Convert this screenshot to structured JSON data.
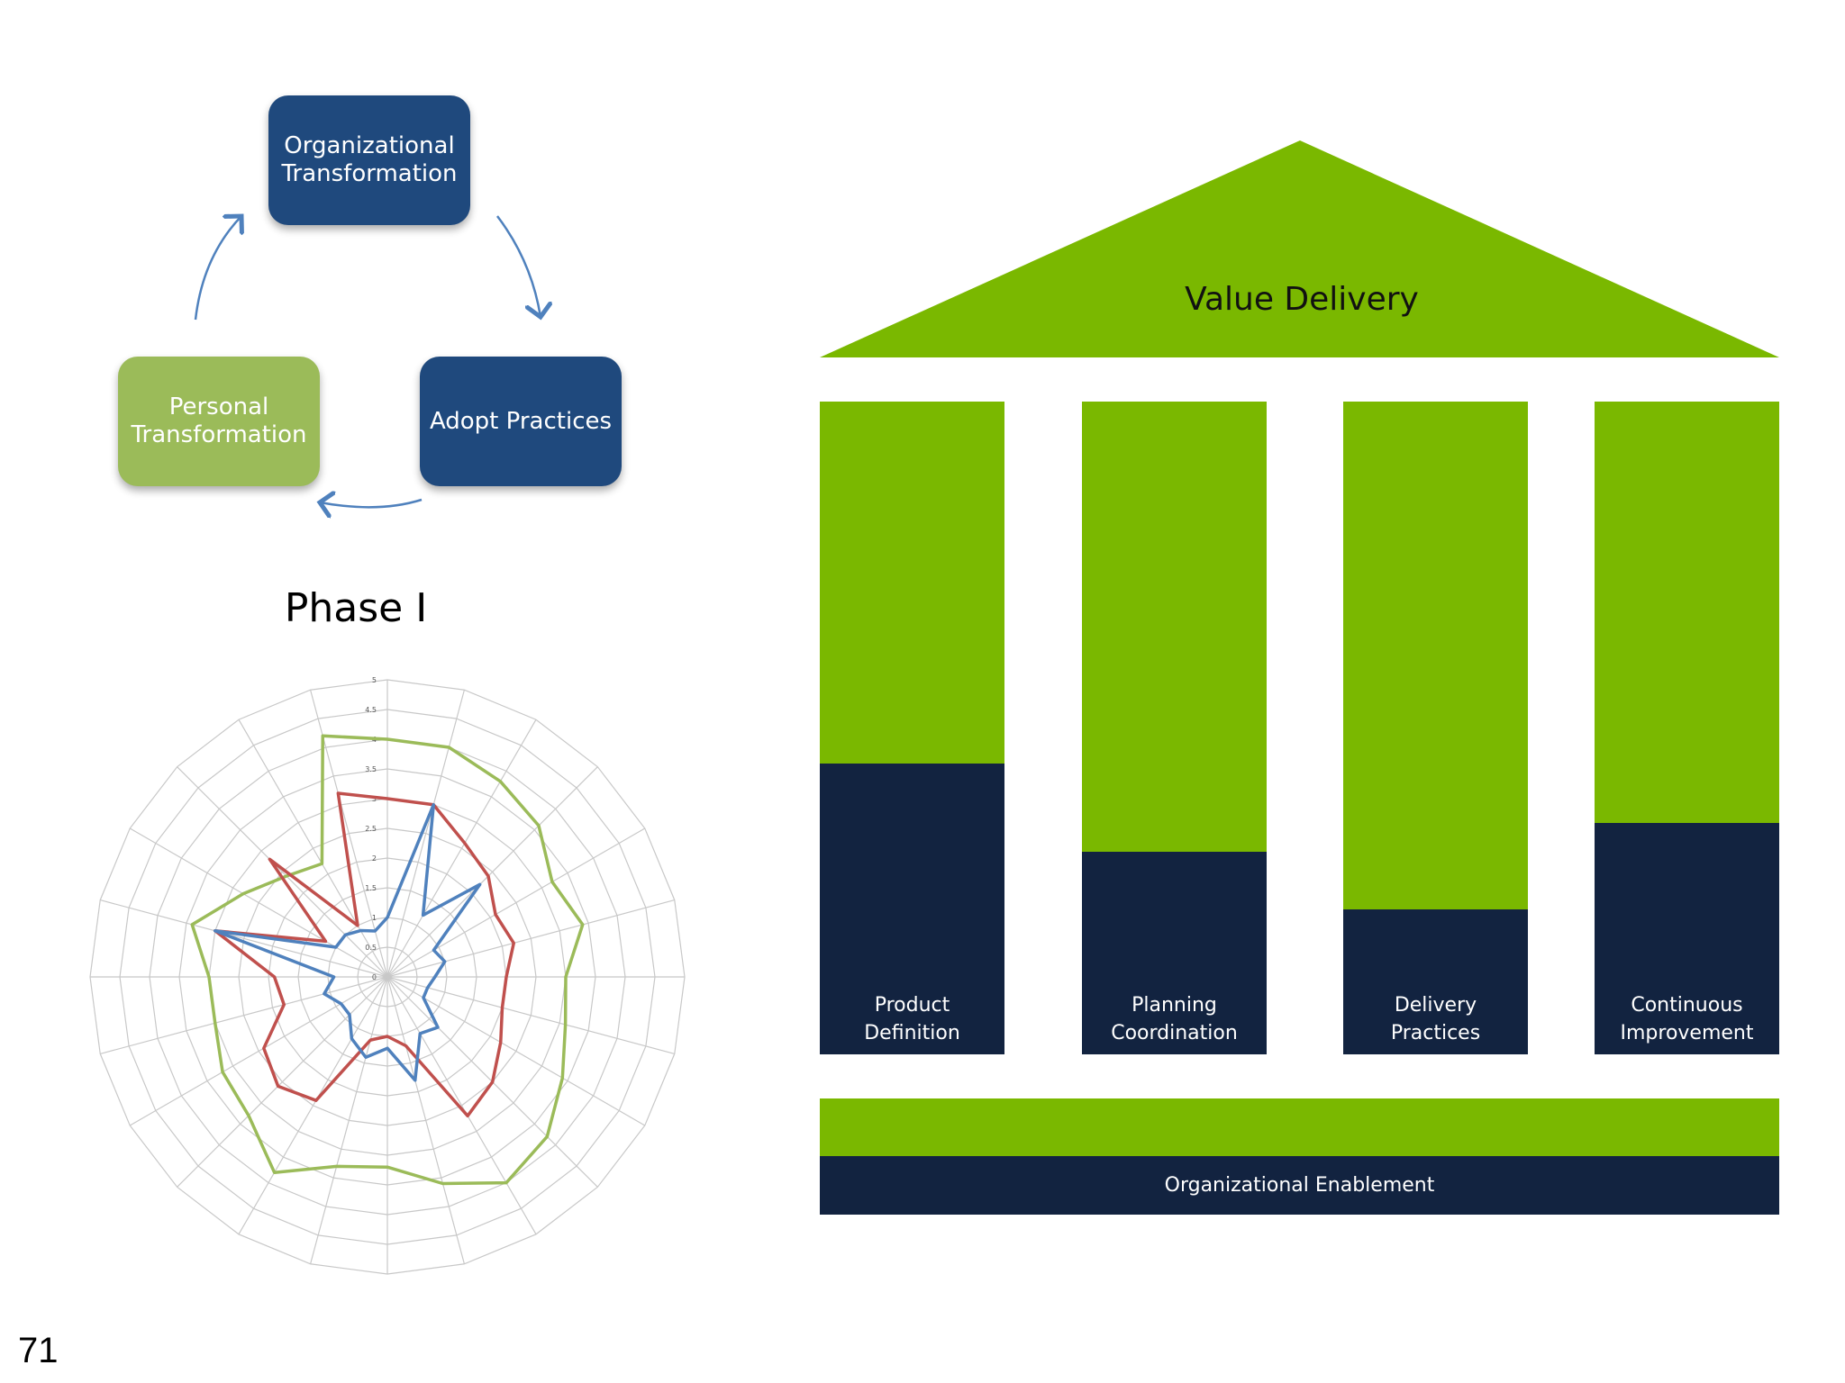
{
  "cycle": {
    "org_transformation": "Organizational\nTransformation",
    "adopt_practices": "Adopt  Practices",
    "personal_transformation": "Personal\nTransformation"
  },
  "phase_title": "Phase I",
  "radar": {
    "scale_labels": [
      "0",
      "0.5",
      "1",
      "1.5",
      "2",
      "2.5",
      "3",
      "3.5",
      "4",
      "4.5",
      "5"
    ],
    "series_colors": [
      "#9bbb59",
      "#c0504d",
      "#4f81bd"
    ],
    "grid_color": "#c8c8c8",
    "spokes": 24,
    "max": 5,
    "series": [
      {
        "color": "#9bbb59",
        "values": [
          4,
          4,
          3.8,
          3.6,
          3.2,
          3.4,
          3,
          3.1,
          3.4,
          3.8,
          4,
          3.6,
          3.2,
          3.3,
          3.8,
          3.3,
          3.2,
          3.0,
          3.0,
          3.4,
          2.8,
          2.4,
          2.2,
          4.2
        ]
      },
      {
        "color": "#c0504d",
        "values": [
          3,
          3,
          2.6,
          2.4,
          2.1,
          2.2,
          2,
          2.0,
          2.2,
          2.5,
          2.7,
          1.2,
          1.0,
          1.1,
          2.4,
          2.6,
          2.4,
          1.8,
          1.9,
          3.0,
          1.2,
          2.8,
          1.0,
          3.2
        ]
      },
      {
        "color": "#4f81bd",
        "values": [
          1,
          3,
          1.2,
          2.2,
          0.9,
          1.0,
          0.8,
          0.7,
          0.7,
          1.2,
          1.1,
          1.8,
          1.2,
          1.4,
          1.2,
          0.9,
          0.9,
          1.1,
          0.9,
          3.0,
          1.0,
          1.0,
          0.9,
          0.8
        ]
      }
    ]
  },
  "house": {
    "roof_label": "Value Delivery",
    "roof_color": "#7ab800",
    "navy_color": "#122340",
    "pillars": [
      {
        "label": "Product\nDefinition",
        "base_fraction": 0.445
      },
      {
        "label": "Planning\nCoordination",
        "base_fraction": 0.31
      },
      {
        "label": "Delivery\nPractices",
        "base_fraction": 0.222
      },
      {
        "label": "Continuous\nImprovement",
        "base_fraction": 0.355
      }
    ],
    "foundation_label": "Organizational Enablement"
  },
  "page_number": "71"
}
